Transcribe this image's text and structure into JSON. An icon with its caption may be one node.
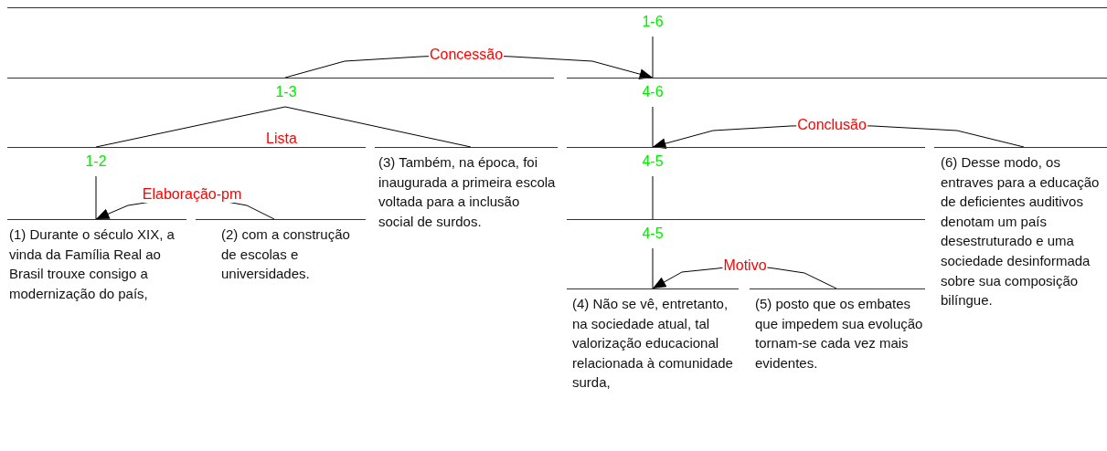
{
  "diagram": {
    "nodes": [
      {
        "text": [
          "1-6"
        ]
      },
      {
        "text": [
          "1-3"
        ]
      },
      {
        "text": [
          "4-6"
        ]
      },
      {
        "text": [
          "1-2"
        ]
      },
      {
        "text": [
          "(3) Também, na época, foi inaugurada a primeira escola voltada para a inclusão social de surdos."
        ]
      },
      {
        "text": [
          "4-5"
        ]
      },
      {
        "text": [
          "(6) Desse modo, os entraves para a educação de deficientes auditivos denotam um país desestruturado e uma sociedade desinformada sobre sua composição bilíngue."
        ]
      },
      {
        "text": [
          "(1) Durante o século XIX, a vinda da Família Real ao Brasil trouxe consigo a modernização do país,"
        ]
      },
      {
        "text": [
          "(2) com a construção de escolas e universidades."
        ]
      },
      {
        "text": [
          "4-5"
        ]
      },
      {
        "text": [
          "(4) Não se vê, entretanto, na sociedade atual, tal valorização educacional relacionada à comunidade surda,"
        ]
      },
      {
        "text": [
          "(5) posto que os embates que impedem sua evolução tornam-se cada vez mais evidentes."
        ]
      }
    ],
    "edges": [
      {
        "from": 0,
        "to": 2,
        "arrow": "none"
      },
      {
        "from": 1,
        "to": 2,
        "arrow": "to",
        "label": "Concessão"
      },
      {
        "from": 1,
        "to": 3,
        "arrow": "none"
      },
      {
        "from": 1,
        "to": 4,
        "arrow": "none"
      },
      {
        "from": 2,
        "to": 5,
        "arrow": "none"
      },
      {
        "from": 6,
        "to": 5,
        "arrow": "to",
        "label": "Conclusão"
      },
      {
        "from": 3,
        "to": 7,
        "arrow": "none"
      },
      {
        "from": 8,
        "to": 7,
        "arrow": "to",
        "label": "Elaboração-pm"
      },
      {
        "from": 5,
        "to": 9,
        "arrow": "none"
      },
      {
        "from": 9,
        "to": 10,
        "arrow": "none"
      },
      {
        "from": 11,
        "to": 10,
        "arrow": "to",
        "label": "Motivo"
      }
    ],
    "labels": [
      "Lista"
    ]
  }
}
